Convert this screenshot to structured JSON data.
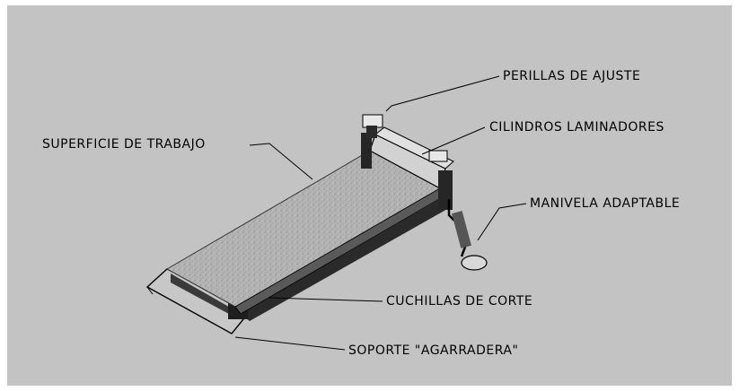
{
  "labels": {
    "perillas": "PERILLAS DE AJUSTE",
    "cilindros": "CILINDROS LAMINADORES",
    "superficie": "SUPERFICIE DE TRABAJO",
    "manivela": "MANIVELA ADAPTABLE",
    "cuchillas": "CUCHILLAS DE CORTE",
    "soporte": "SOPORTE \"AGARRADERA\""
  },
  "colors": {
    "background": "#c3c3c3",
    "border": "#ffffff",
    "lines": "#000000",
    "surface": "#b0b0b0"
  }
}
